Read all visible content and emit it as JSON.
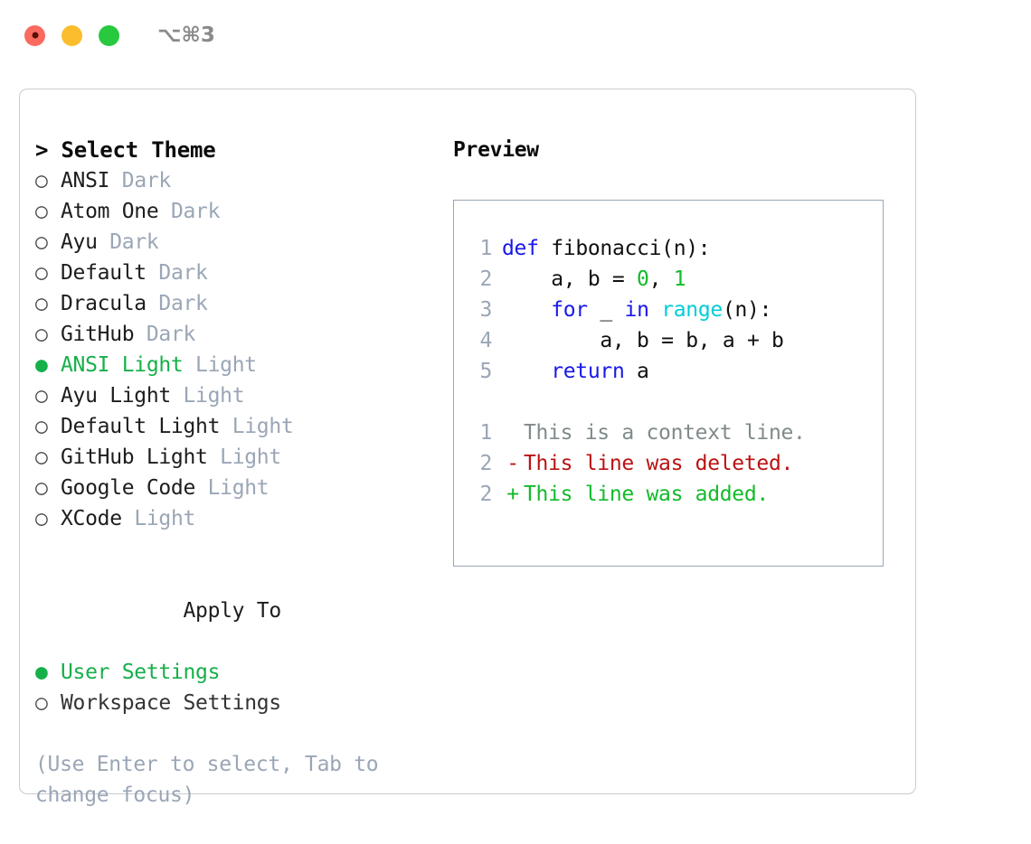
{
  "titlebar": {
    "shortcut": "⌥⌘3",
    "buttons": [
      {
        "name": "close",
        "color": "#fa6a5f"
      },
      {
        "name": "minimize",
        "color": "#fbbd2e"
      },
      {
        "name": "maximize",
        "color": "#28c83f"
      }
    ]
  },
  "theme_list": {
    "header": "> Select Theme",
    "header_caret": ">",
    "header_label": "Select Theme",
    "items": [
      {
        "marker": "○",
        "name": "ANSI",
        "variant": "Dark",
        "selected": false
      },
      {
        "marker": "○",
        "name": "Atom One",
        "variant": "Dark",
        "selected": false
      },
      {
        "marker": "○",
        "name": "Ayu",
        "variant": "Dark",
        "selected": false
      },
      {
        "marker": "○",
        "name": "Default",
        "variant": "Dark",
        "selected": false
      },
      {
        "marker": "○",
        "name": "Dracula",
        "variant": "Dark",
        "selected": false
      },
      {
        "marker": "○",
        "name": "GitHub",
        "variant": "Dark",
        "selected": false
      },
      {
        "marker": "●",
        "name": "ANSI Light",
        "variant": "Light",
        "selected": true
      },
      {
        "marker": "○",
        "name": "Ayu Light",
        "variant": "Light",
        "selected": false
      },
      {
        "marker": "○",
        "name": "Default Light",
        "variant": "Light",
        "selected": false
      },
      {
        "marker": "○",
        "name": "GitHub Light",
        "variant": "Light",
        "selected": false
      },
      {
        "marker": "○",
        "name": "Google Code",
        "variant": "Light",
        "selected": false
      },
      {
        "marker": "○",
        "name": "XCode",
        "variant": "Light",
        "selected": false
      }
    ]
  },
  "apply_to": {
    "header": "Apply To",
    "items": [
      {
        "marker": "●",
        "label": "User Settings",
        "selected": true
      },
      {
        "marker": "○",
        "label": "Workspace Settings",
        "selected": false
      }
    ]
  },
  "hint": "(Use Enter to select, Tab to change focus)",
  "preview": {
    "header": "Preview",
    "code_lines": [
      {
        "n": "1",
        "tokens": [
          {
            "t": "def",
            "c": "kw"
          },
          {
            "t": " ",
            "c": "plain"
          },
          {
            "t": "fibonacci",
            "c": "fn"
          },
          {
            "t": "(n):",
            "c": "plain"
          }
        ]
      },
      {
        "n": "2",
        "tokens": [
          {
            "t": "    a, b = ",
            "c": "plain"
          },
          {
            "t": "0",
            "c": "num"
          },
          {
            "t": ", ",
            "c": "plain"
          },
          {
            "t": "1",
            "c": "num"
          }
        ]
      },
      {
        "n": "3",
        "tokens": [
          {
            "t": "    ",
            "c": "plain"
          },
          {
            "t": "for",
            "c": "kw"
          },
          {
            "t": " _ ",
            "c": "plain"
          },
          {
            "t": "in",
            "c": "kw"
          },
          {
            "t": " ",
            "c": "plain"
          },
          {
            "t": "range",
            "c": "bi"
          },
          {
            "t": "(n):",
            "c": "plain"
          }
        ]
      },
      {
        "n": "4",
        "tokens": [
          {
            "t": "        a, b = b, a + b",
            "c": "plain"
          }
        ]
      },
      {
        "n": "5",
        "tokens": [
          {
            "t": "    ",
            "c": "plain"
          },
          {
            "t": "return",
            "c": "kw"
          },
          {
            "t": " a",
            "c": "plain"
          }
        ]
      }
    ],
    "diff_lines": [
      {
        "n": "1",
        "sign": " ",
        "text": "This is a context line.",
        "kind": "ctx"
      },
      {
        "n": "2",
        "sign": "-",
        "text": "This line was deleted.",
        "kind": "del"
      },
      {
        "n": "2",
        "sign": "+",
        "text": "This line was added.",
        "kind": "add"
      }
    ]
  },
  "colors": {
    "accent_green": "#16b04a",
    "muted": "#9aa6b6",
    "keyword": "#1818e8",
    "number": "#12bb2a",
    "builtin": "#00cdd6",
    "diff_add": "#12bb2a",
    "diff_del": "#bb1212",
    "diff_ctx": "#808a8a",
    "panel_border": "#c9ccd1",
    "preview_border": "#9aa6b6"
  }
}
